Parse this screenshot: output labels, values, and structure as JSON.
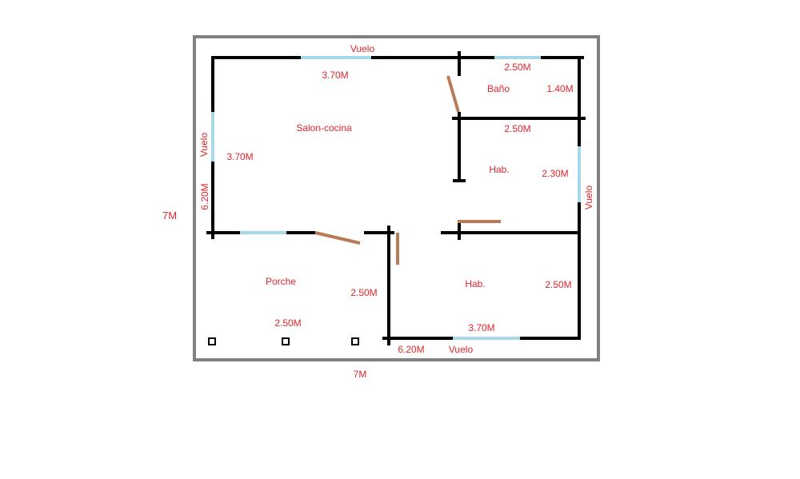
{
  "outer_dims": {
    "left": "7M",
    "bottom": "7M"
  },
  "rooms": {
    "salon": "Salon-cocina",
    "bano": "Baño",
    "hab1": "Hab.",
    "hab2": "Hab.",
    "porche": "Porche"
  },
  "dims": {
    "top_wall": "3.70M",
    "left_inner": "3.70M",
    "left_vertical": "6.20M",
    "bano_top": "2.50M",
    "bano_side": "1.40M",
    "bano_bottom": "2.50M",
    "hab1_side": "2.30M",
    "porche_side": "2.50M",
    "porche_bottom": "2.50M",
    "hab2_side": "2.50M",
    "hab2_bottom": "3.70M",
    "bottom_left": "6.20M"
  },
  "windows": {
    "top": "Vuelo",
    "left": "Vuelo",
    "right": "Vuelo",
    "bottom": "Vuelo"
  },
  "colors": {
    "border": "#808080",
    "wall": "#000000",
    "window": "#a6d8e8",
    "door": "#b97a57",
    "label": "#e0262b"
  }
}
